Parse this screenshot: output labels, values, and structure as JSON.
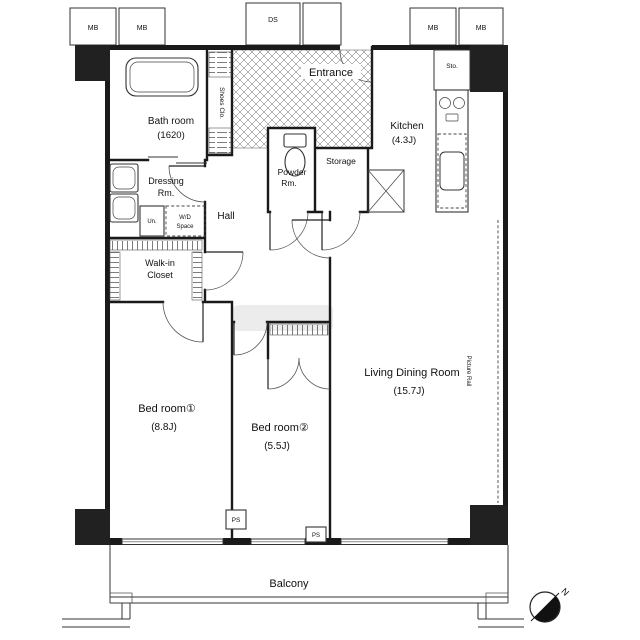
{
  "colors": {
    "wall": "#1a1a1a",
    "background": "#ffffff"
  },
  "rooms": {
    "entrance": {
      "name": "Entrance"
    },
    "bath": {
      "name": "Bath room",
      "size": "(1620)"
    },
    "dressing": {
      "line1": "Dressing",
      "line2": "Rm."
    },
    "kitchen": {
      "name": "Kitchen",
      "size": "(4.3J)"
    },
    "storage": {
      "name": "Storage"
    },
    "powder": {
      "line1": "Powder",
      "line2": "Rm."
    },
    "hall": {
      "name": "Hall"
    },
    "walkin": {
      "line1": "Walk-in",
      "line2": "Closet"
    },
    "bedroom1": {
      "name": "Bed room①",
      "size": "(8.8J)"
    },
    "bedroom2": {
      "name": "Bed room②",
      "size": "(5.5J)"
    },
    "living": {
      "name": "Living Dining Room",
      "size": "(15.7J)"
    },
    "balcony": {
      "name": "Balcony"
    }
  },
  "fixtures": {
    "meter_box": "MB",
    "duct_space": "DS",
    "storage_small": "Sto.",
    "shoes_closet": "Shoes Clo.",
    "washer_dryer_line1": "W/D",
    "washer_dryer_line2": "Space",
    "unit": "Un.",
    "picture_rail": "Picture Rail",
    "pipe_space": "PS",
    "north": "N"
  }
}
